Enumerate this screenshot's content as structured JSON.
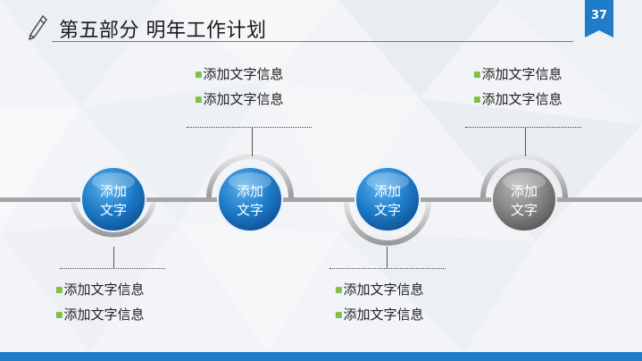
{
  "header": {
    "title": "第五部分 明年工作计划",
    "page_number": "37"
  },
  "nodes": [
    {
      "line1": "添加",
      "line2": "文字",
      "color": "blue"
    },
    {
      "line1": "添加",
      "line2": "文字",
      "color": "blue"
    },
    {
      "line1": "添加",
      "line2": "文字",
      "color": "blue"
    },
    {
      "line1": "添加",
      "line2": "文字",
      "color": "gray"
    }
  ],
  "infos": {
    "top_left": [
      "添加文字信息",
      "添加文字信息"
    ],
    "top_right": [
      "添加文字信息",
      "添加文字信息"
    ],
    "bottom_left": [
      "添加文字信息",
      "添加文字信息"
    ],
    "bottom_mid": [
      "添加文字信息",
      "添加文字信息"
    ]
  },
  "colors": {
    "accent_blue": "#1e7cc8",
    "bullet_green": "#7dc142",
    "node_gray": "#7a7a7a"
  },
  "icons": [
    "pencil-icon",
    "page-badge"
  ]
}
